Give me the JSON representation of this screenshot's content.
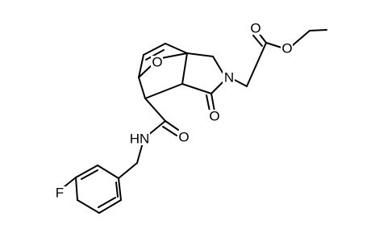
{
  "molecule": {
    "atoms": {
      "o_bridge": "O",
      "n_lactam": "N",
      "o_lactam": "O",
      "o_ester_carbonyl": "O",
      "o_ester_ether": "O",
      "nh_amide": "HN",
      "o_amide": "O",
      "f_aryl": "F"
    }
  },
  "colors": {
    "bond": "#000000",
    "label": "#000000",
    "background": "#ffffff"
  }
}
